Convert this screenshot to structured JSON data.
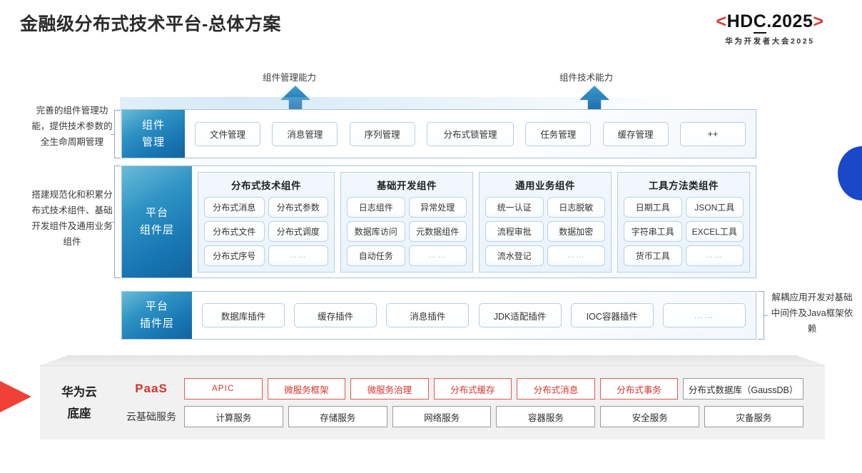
{
  "header": {
    "title": "金融级分布式技术平台-总体方案",
    "logo": {
      "left_bracket": "<",
      "main_pre": "HD",
      "main_c": "C",
      "main_post": ".2025",
      "right_bracket": ">",
      "subtitle": "华为开发者大会2025"
    }
  },
  "arrows": [
    {
      "label": "组件管理能力",
      "name": "component-management-capability"
    },
    {
      "label": "组件技术能力",
      "name": "component-technology-capability"
    }
  ],
  "side_notes": {
    "left": [
      "完善的组件管理功能，提供技术参数的全生命周期管理",
      "搭建规范化和积累分布式技术组件、基础开发组件及通用业务组件"
    ],
    "right": [
      "解耦应用开发对基础中间件及Java框架依赖"
    ]
  },
  "rows": {
    "component_management": {
      "label_line1": "组件",
      "label_line2": "管理",
      "items": [
        "文件管理",
        "消息管理",
        "序列管理",
        "分布式锁管理",
        "任务管理",
        "缓存管理",
        "++"
      ]
    },
    "platform_component_layer": {
      "label_line1": "平台",
      "label_line2": "组件层",
      "groups": [
        {
          "title": "分布式技术组件",
          "cells": [
            "分布式消息",
            "分布式参数",
            "分布式文件",
            "分布式调度",
            "分布式序号",
            "……"
          ]
        },
        {
          "title": "基础开发组件",
          "cells": [
            "日志组件",
            "异常处理",
            "数据库访问",
            "元数据组件",
            "自动任务",
            "……"
          ]
        },
        {
          "title": "通用业务组件",
          "cells": [
            "统一认证",
            "日志脱敏",
            "流程审批",
            "数据加密",
            "流水登记",
            "……"
          ]
        },
        {
          "title": "工具方法类组件",
          "cells": [
            "日期工具",
            "JSON工具",
            "字符串工具",
            "EXCEL工具",
            "货币工具",
            "……"
          ]
        }
      ]
    },
    "platform_plugin_layer": {
      "label_line1": "平台",
      "label_line2": "插件层",
      "items": [
        "数据库插件",
        "缓存插件",
        "消息插件",
        "JDK适配插件",
        "IOC容器插件",
        "……"
      ]
    }
  },
  "foundation": {
    "title_line1": "华为云",
    "title_line2": "底座",
    "rows": [
      {
        "tag": "PaaS",
        "tag_style": "red",
        "items": [
          {
            "label": "APIC",
            "style": "red"
          },
          {
            "label": "微服务框架",
            "style": "red"
          },
          {
            "label": "微服务治理",
            "style": "red"
          },
          {
            "label": "分布式缓存",
            "style": "red"
          },
          {
            "label": "分布式消息",
            "style": "red"
          },
          {
            "label": "分布式事务",
            "style": "red"
          },
          {
            "label": "分布式数据库（GaussDB）",
            "style": "gray-wide"
          }
        ]
      },
      {
        "tag": "云基础服务",
        "tag_style": "plain",
        "items": [
          {
            "label": "计算服务",
            "style": "gray"
          },
          {
            "label": "存储服务",
            "style": "gray"
          },
          {
            "label": "网络服务",
            "style": "gray"
          },
          {
            "label": "容器服务",
            "style": "gray"
          },
          {
            "label": "安全服务",
            "style": "gray"
          },
          {
            "label": "灾备服务",
            "style": "gray"
          }
        ]
      }
    ]
  },
  "colors": {
    "accent_red": "#d8332b",
    "accent_blue": "#1878b4",
    "lens_blue": "#1b47c9",
    "wedge_red": "#ef4136"
  }
}
